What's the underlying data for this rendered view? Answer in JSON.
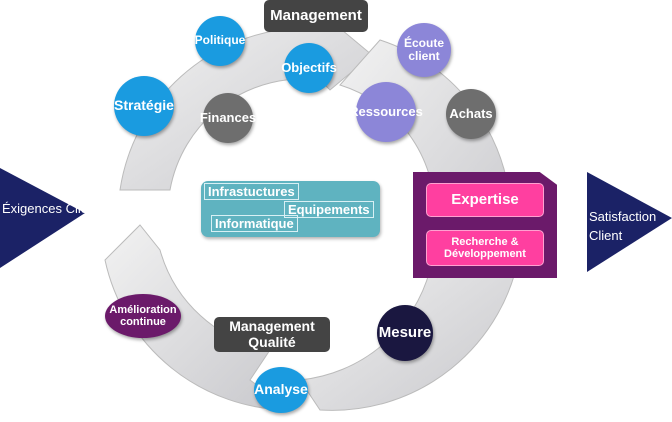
{
  "inputs": {
    "left": "Éxigences Client",
    "right": "Satisfaction Client"
  },
  "top_box": "Management",
  "bottom_box": "Management Qualité",
  "bubbles": {
    "politique": "Politique",
    "objectifs": "Objectifs",
    "strategie": "Stratégie",
    "finances": "Finances",
    "ecoute": "Écoute client",
    "ressources": "Ressources",
    "achats": "Achats",
    "mesure": "Mesure",
    "analyse": "Analyse",
    "amelioration": "Amélioration continue"
  },
  "center": {
    "infra": "Infrastuctures",
    "equip": "Equipements",
    "info": "Informatique"
  },
  "expertise": {
    "title": "Expertise",
    "rd": "Recherche & Développement"
  },
  "colors": {
    "blue": "#1a9be0",
    "gray": "#6e6e6e",
    "lavender": "#8c86d8",
    "navy": "#1a1740",
    "purple": "#6b1a6a",
    "pink": "#ff3fa0",
    "teal": "#5fb3c0"
  }
}
